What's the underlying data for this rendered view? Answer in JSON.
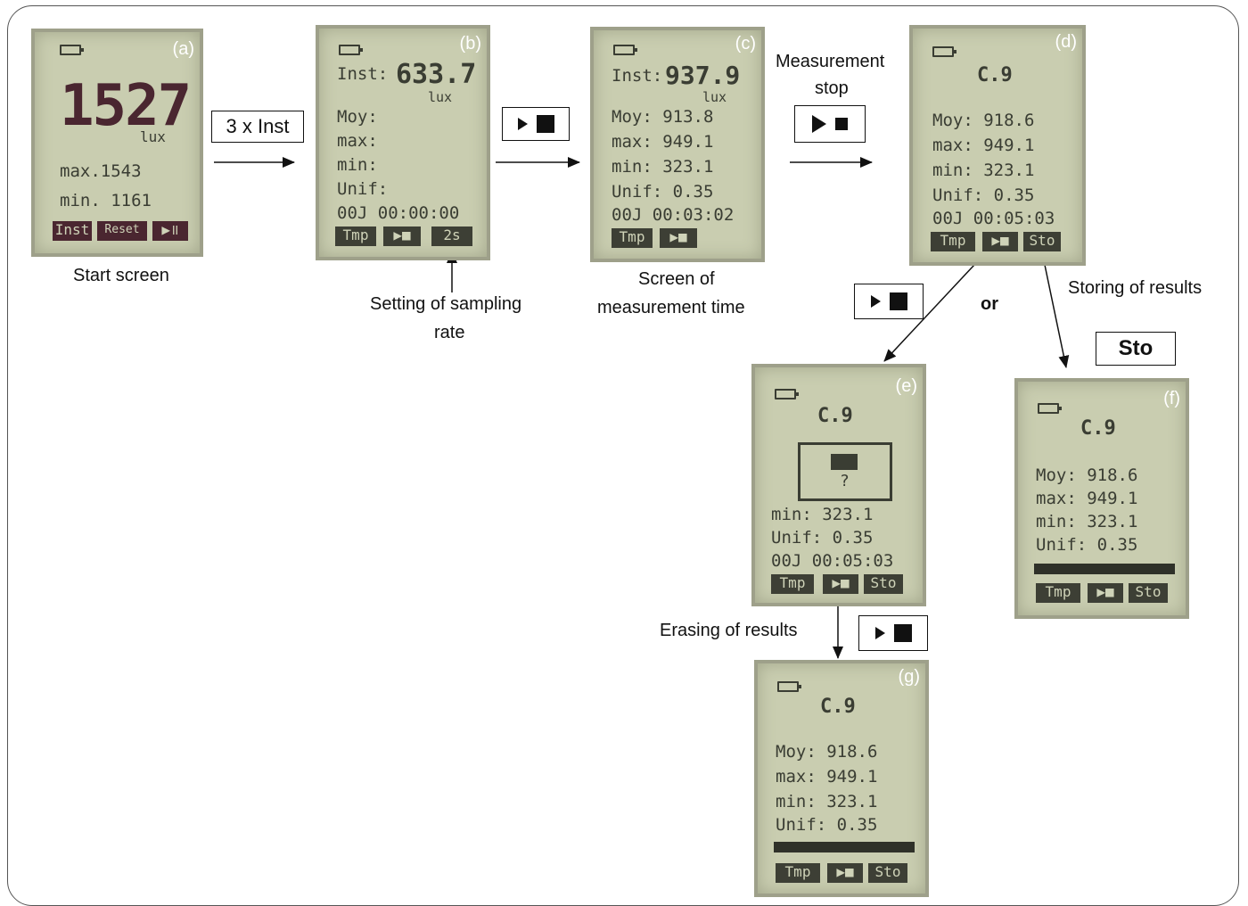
{
  "screens": {
    "a": {
      "tag": "(a)",
      "reading": "1527",
      "unit": "lux",
      "max": "max.1543",
      "min": "min. 1161",
      "keys": [
        "Inst",
        "Reset",
        "▶॥"
      ]
    },
    "b": {
      "tag": "(b)",
      "inst_label": "Inst:",
      "inst_value": "633.7",
      "unit": "lux",
      "rows": [
        "Moy:",
        "max:",
        "min:",
        "Unif:",
        "00J 00:00:00"
      ],
      "keys": [
        "Tmp",
        "▶■",
        "2s"
      ]
    },
    "c": {
      "tag": "(c)",
      "inst_label": "Inst:",
      "inst_value": "937.9",
      "unit": "lux",
      "rows": [
        "Moy: 913.8",
        "max: 949.1",
        "min:  323.1",
        "Unif: 0.35",
        "00J 00:03:02"
      ],
      "keys": [
        "Tmp",
        "▶■"
      ]
    },
    "d": {
      "tag": "(d)",
      "title": "C.9",
      "rows": [
        "Moy: 918.6",
        "max: 949.1",
        "min:  323.1",
        "Unif:  0.35",
        "00J 00:05:03"
      ],
      "keys": [
        "Tmp",
        "▶■",
        "Sto"
      ]
    },
    "e": {
      "tag": "(e)",
      "title": "C.9",
      "popup_mark": "?",
      "rows": [
        "min:  323.1",
        "Unif:  0.35",
        "00J 00:05:03"
      ],
      "keys": [
        "Tmp",
        "▶■",
        "Sto"
      ]
    },
    "f": {
      "tag": "(f)",
      "title": "C.9",
      "rows": [
        "Moy: 918.6",
        "max: 949.1",
        "min:  323.1",
        "Unif:  0.35"
      ],
      "keys": [
        "Tmp",
        "▶■",
        "Sto"
      ]
    },
    "g": {
      "tag": "(g)",
      "title": "C.9",
      "rows": [
        "Moy: 918.6",
        "max: 949.1",
        "min:  323.1",
        "Unif:  0.35"
      ],
      "keys": [
        "Tmp",
        "▶■",
        "Sto"
      ]
    }
  },
  "captions": {
    "start_screen": "Start screen",
    "sampling_1": "Setting of sampling",
    "sampling_2": "rate",
    "meas_time_1": "Screen of",
    "meas_time_2": "measurement time",
    "meas_stop_1": "Measurement",
    "meas_stop_2": "stop",
    "or": "or",
    "storing": "Storing of results",
    "erasing": "Erasing of results"
  },
  "buttons": {
    "inst3": "3 x Inst",
    "sto": "Sto"
  }
}
